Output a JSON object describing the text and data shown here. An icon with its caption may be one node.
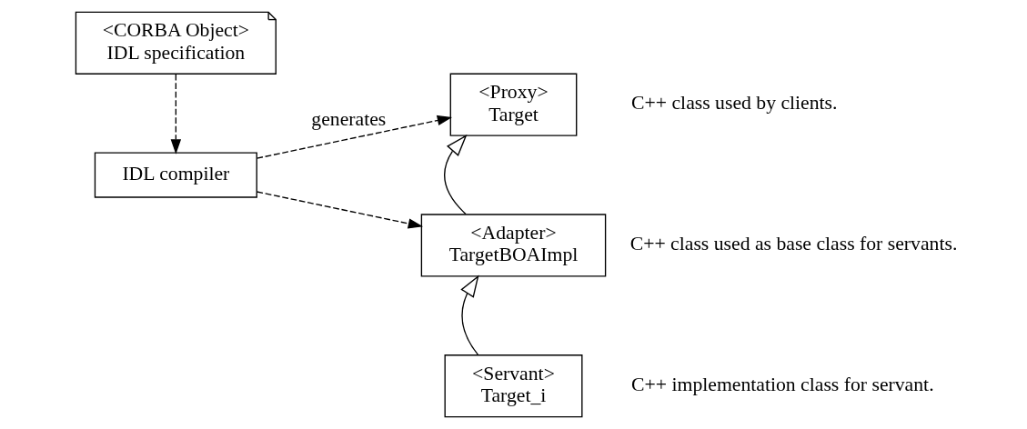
{
  "diagram": {
    "nodes": [
      {
        "text": [
          "<CORBA Object>",
          "IDL specification"
        ]
      },
      {
        "text": [
          "IDL compiler"
        ]
      },
      {
        "text": [
          "<Proxy>",
          "Target"
        ],
        "beside": [
          "C++ class used by clients."
        ]
      },
      {
        "text": [
          "<Adapter>",
          "TargetBOAImpl"
        ],
        "beside": [
          "C++ class used as base class for servants."
        ]
      },
      {
        "text": [
          "<Servant>",
          "Target_i"
        ],
        "beside": [
          "C++ implementation class for servant."
        ]
      }
    ],
    "edges": [
      {
        "from": 0,
        "to": 1,
        "arrow": "to",
        "style": "dashed"
      },
      {
        "from": 1,
        "to": 2,
        "arrow": "to",
        "style": "dashed",
        "label": "generates"
      },
      {
        "from": 1,
        "to": 3,
        "arrow": "to",
        "style": "dashed"
      },
      {
        "from": 3,
        "to": 2,
        "arrow": "to"
      },
      {
        "from": 4,
        "to": 3,
        "arrow": "to"
      }
    ]
  }
}
